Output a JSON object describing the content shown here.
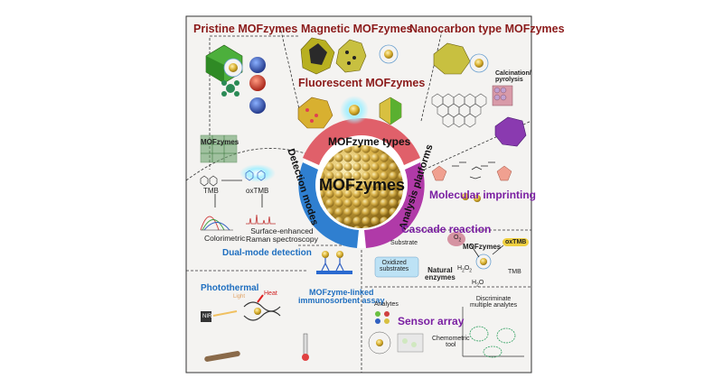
{
  "sections": {
    "pristine": "Pristine MOFzymes",
    "magnetic": "Magnetic MOFzymes",
    "nanocarbon": "Nanocarbon type MOFzymes",
    "fluorescent": "Fluorescent MOFzymes",
    "calcination": "Calcination/\npyrolysis"
  },
  "ring": {
    "center": "MOFzymes",
    "types": "MOFzyme types",
    "detection": "Detection modes",
    "analysis": "Analysis platforms"
  },
  "detection": {
    "mofzymes": "MOFzymes",
    "tmb": "TMB",
    "oxtmb": "oxTMB",
    "colorimetric": "Colorimetric",
    "sers": "Surface-enhanced\nRaman spectroscopy",
    "dual": "Dual-mode detection",
    "photothermal": "Photothermal",
    "light": "Light",
    "heat": "Heat",
    "nir": "NIR",
    "elisa": "MOFzyme-linked\nimmunosorbent assay"
  },
  "analysis": {
    "imprinting": "Molecular imprinting",
    "cascade": "Cascade reaction",
    "substrate": "Substrate",
    "o2": "O",
    "mofzymes": "MOFzymes",
    "oxtmb": "oxTMB",
    "tmb": "TMB",
    "h2o2": "H",
    "h2o": "H",
    "oxidized": "Oxidized\nsubstrates",
    "natural": "Natural\nenzymes",
    "analytes": "Analytes",
    "sensor": "Sensor array",
    "chemometric": "Chemometric\ntool",
    "discriminate": "Discriminate\nmultiple analytes"
  },
  "colors": {
    "ring_red": "#e0606a",
    "ring_blue": "#2f7fd0",
    "ring_purple": "#b03aa8",
    "title_red": "#8b1a1a",
    "purple_text": "#7a1fa2",
    "blue_text": "#1f6fc0",
    "gold": "#d8b040"
  }
}
